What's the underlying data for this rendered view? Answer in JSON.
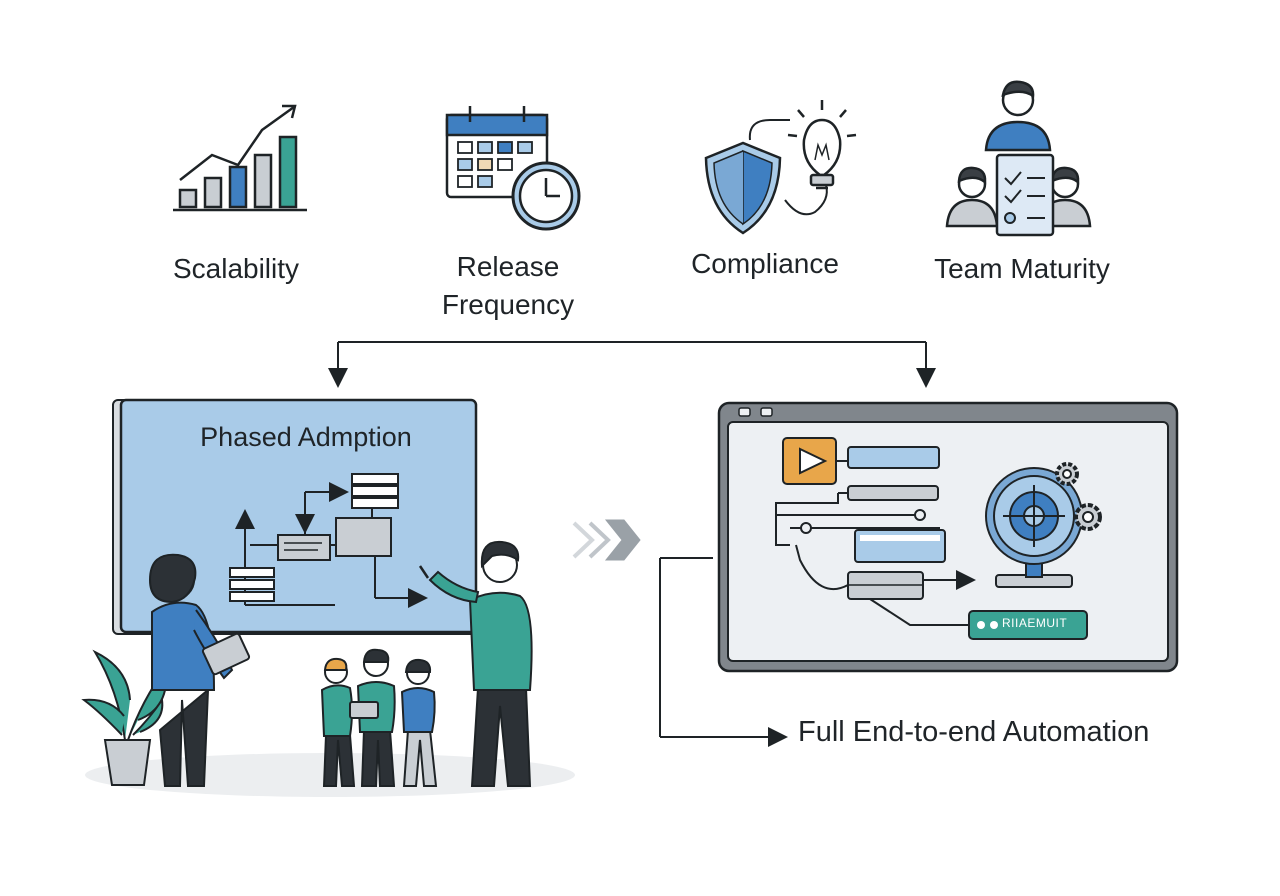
{
  "factors": [
    {
      "label": "Scalability",
      "icon": "bar-chart-trend-icon"
    },
    {
      "label": "Release\nFrequency",
      "icon": "calendar-clock-icon"
    },
    {
      "label": "Compliance",
      "icon": "shield-lightbulb-icon"
    },
    {
      "label": "Team Maturity",
      "icon": "team-checklist-icon"
    }
  ],
  "phased": {
    "title": "Phased Admption"
  },
  "automation": {
    "label": "Full End-to-end Automation",
    "pill_text": "RIIAEMUIT"
  },
  "colors": {
    "blue_board": "#a9cbe8",
    "teal": "#3aa394",
    "orange": "#e8a64a",
    "dark": "#1e2326"
  }
}
